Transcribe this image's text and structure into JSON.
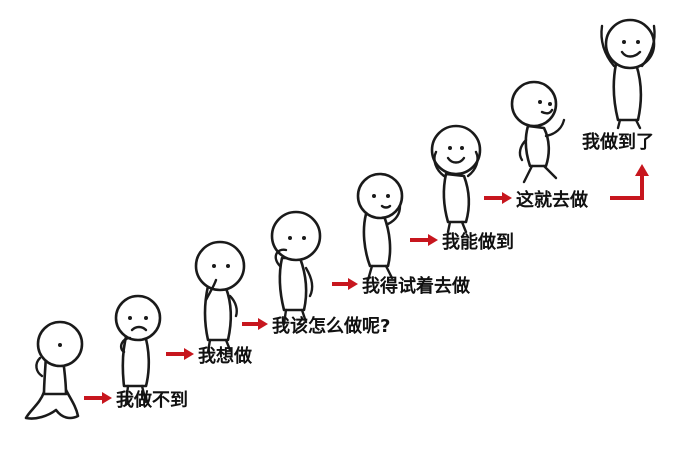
{
  "steps": [
    {
      "label": "我做不到"
    },
    {
      "label": "我想做"
    },
    {
      "label": "我该怎么做呢?"
    },
    {
      "label": "我得试着去做"
    },
    {
      "label": "我能做到"
    },
    {
      "label": "这就去做"
    },
    {
      "label": "我做到了"
    }
  ],
  "colors": {
    "arrow": "#c7161e",
    "ink": "#1a1a1a"
  }
}
